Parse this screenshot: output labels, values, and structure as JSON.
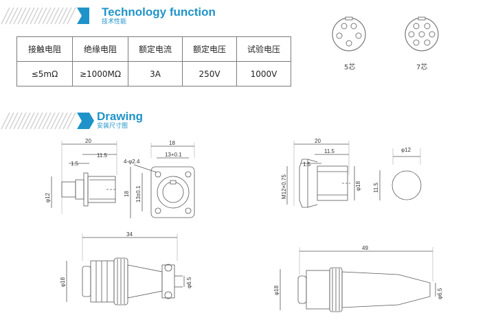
{
  "technology": {
    "title": "Technology function",
    "subtitle": "技术性能",
    "headers": [
      "接触电阻",
      "绝缘电阻",
      "额定电流",
      "额定电压",
      "试验电压"
    ],
    "values": [
      "≤5mΩ",
      "≥1000MΩ",
      "3A",
      "250V",
      "1000V"
    ]
  },
  "pin_diagrams": [
    {
      "label": "5芯"
    },
    {
      "label": "7芯"
    }
  ],
  "drawing": {
    "title": "Drawing",
    "subtitle": "安装尺寸图",
    "receptacle_side": {
      "d_overall": "20",
      "d_body": "11.5",
      "d_flange": "1.5",
      "d_dia": "φ12"
    },
    "receptacle_front": {
      "d_width": "18",
      "d_hole_spacing": "13+0.1",
      "d_holes": "4-φ2.4",
      "d_height": "18",
      "d_vspacing": "13±0.1"
    },
    "nut_side": {
      "d_overall": "20",
      "d_body": "11.5",
      "d_flange": "1.5",
      "d_thread": "M12×0.75",
      "d_dia": "φ18"
    },
    "nut_front": {
      "d_dia": "φ12",
      "d_height": "11.5"
    },
    "plug_clamp": {
      "d_length": "34",
      "d_dia": "φ18",
      "d_cable": "φ6.5"
    },
    "plug_straight": {
      "d_length": "49",
      "d_dia": "φ18",
      "d_cable": "φ6.5"
    }
  }
}
